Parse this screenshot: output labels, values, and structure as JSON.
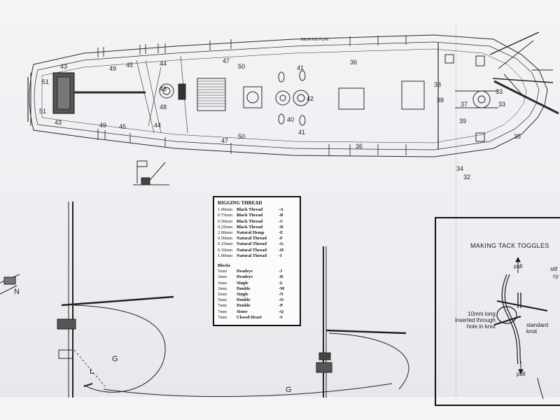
{
  "plan": {
    "header_label": "BELAYING PLAN",
    "callouts": {
      "n51a": "51",
      "n51b": "51",
      "n43a": "43",
      "n43b": "43",
      "n49a": "49",
      "n49b": "49",
      "n45a": "45",
      "n45b": "45",
      "n44a": "44",
      "n44b": "44",
      "n48a": "48",
      "n48b": "48",
      "n47a": "47",
      "n47b": "47",
      "n50a": "50",
      "n50b": "50",
      "n41a": "41",
      "n41b": "41",
      "n40": "40",
      "n42": "42",
      "n36a": "36",
      "n36b": "36",
      "n38a": "38",
      "n38b": "38",
      "n37": "37",
      "n39": "39",
      "n33a": "33",
      "n33b": "33",
      "n35": "35",
      "n34": "34",
      "n32": "32"
    }
  },
  "legend": {
    "title": "RIGGING THREAD",
    "threads": [
      {
        "size": "1.00mm",
        "name": "Black Thread",
        "code": "-A"
      },
      {
        "size": "0.75mm",
        "name": "Black Thread",
        "code": "-B"
      },
      {
        "size": "0.50mm",
        "name": "Black Thread",
        "code": "-C"
      },
      {
        "size": "0.25mm",
        "name": "Black Thread",
        "code": "-D"
      },
      {
        "size": "2.00mm",
        "name": "Natural Hemp",
        "code": "-E"
      },
      {
        "size": "0.50mm",
        "name": "Natural Thread",
        "code": "-F"
      },
      {
        "size": "0.25mm",
        "name": "Natural Thread",
        "code": "-G"
      },
      {
        "size": "0.10mm",
        "name": "Natural Thread",
        "code": "-H"
      },
      {
        "size": "1.00mm",
        "name": "Natural Thread",
        "code": "-I"
      }
    ],
    "blocks_title": "Blocks",
    "blocks": [
      {
        "size": "5mm",
        "name": "Deadeye",
        "code": "-J"
      },
      {
        "size": "3mm",
        "name": "Deadeye",
        "code": "-K"
      },
      {
        "size": "3mm",
        "name": "Single",
        "code": "-L"
      },
      {
        "size": "3mm",
        "name": "Double",
        "code": "-M"
      },
      {
        "size": "5mm",
        "name": "Single",
        "code": "-N"
      },
      {
        "size": "5mm",
        "name": "Double",
        "code": "-O"
      },
      {
        "size": "7mm",
        "name": "Double",
        "code": "-P"
      },
      {
        "size": "7mm",
        "name": "Sister",
        "code": "-Q"
      },
      {
        "size": "7mm",
        "name": "Closed Heart",
        "code": "-S"
      }
    ]
  },
  "masts": {
    "left_sheet_label": "G",
    "left_block_label": "L",
    "right_sheet_label": "G",
    "edge_label": "N"
  },
  "tack_toggles": {
    "title": "MAKING TACK TOGGLES",
    "pull_top": "pull",
    "pull_bottom": "pull",
    "inserted_note": "10mm long\ninserted through\nhole in knot",
    "standard_knot": "standard\nknot",
    "cut_note_1": "stif",
    "cut_note_2": "cy"
  }
}
